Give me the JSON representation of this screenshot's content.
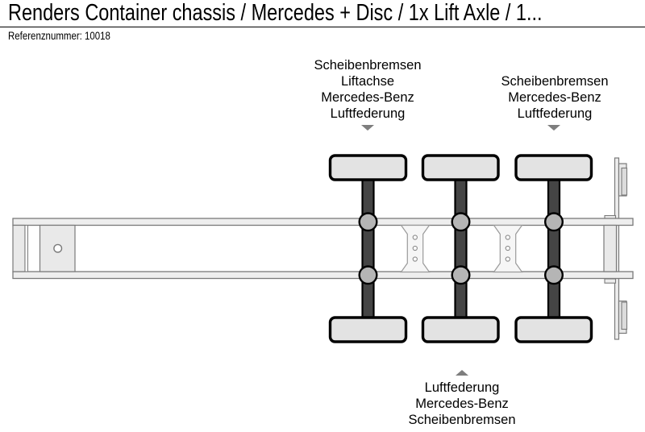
{
  "header": {
    "title": "Renders Container chassis / Mercedes + Disc / 1x Lift Axle / 1...",
    "reference": "Referenznummer: 10018"
  },
  "annotations": {
    "top_left": {
      "lines": [
        "Scheibenbremsen",
        "Liftachse",
        "Mercedes-Benz",
        "Luftfederung"
      ]
    },
    "top_right": {
      "lines": [
        "Scheibenbremsen",
        "Mercedes-Benz",
        "Luftfederung"
      ]
    },
    "bottom": {
      "lines": [
        "Luftfederung",
        "Mercedes-Benz",
        "Scheibenbremsen"
      ]
    }
  },
  "diagram": {
    "description": "Top view schematic of 3-axle container chassis trailer",
    "axle_count": 3,
    "wheel_count": 6,
    "colors": {
      "wheel_fill": "#e3e3e3",
      "axle_fill": "#454545",
      "outline_black": "#000000",
      "rail_fill": "#eeeeee",
      "rail_stroke": "#7a7a7a",
      "plate_fill": "#f6f6f6",
      "suspension_fill": "#b5b5b5",
      "pointer_gray": "#7e7e7e"
    }
  }
}
